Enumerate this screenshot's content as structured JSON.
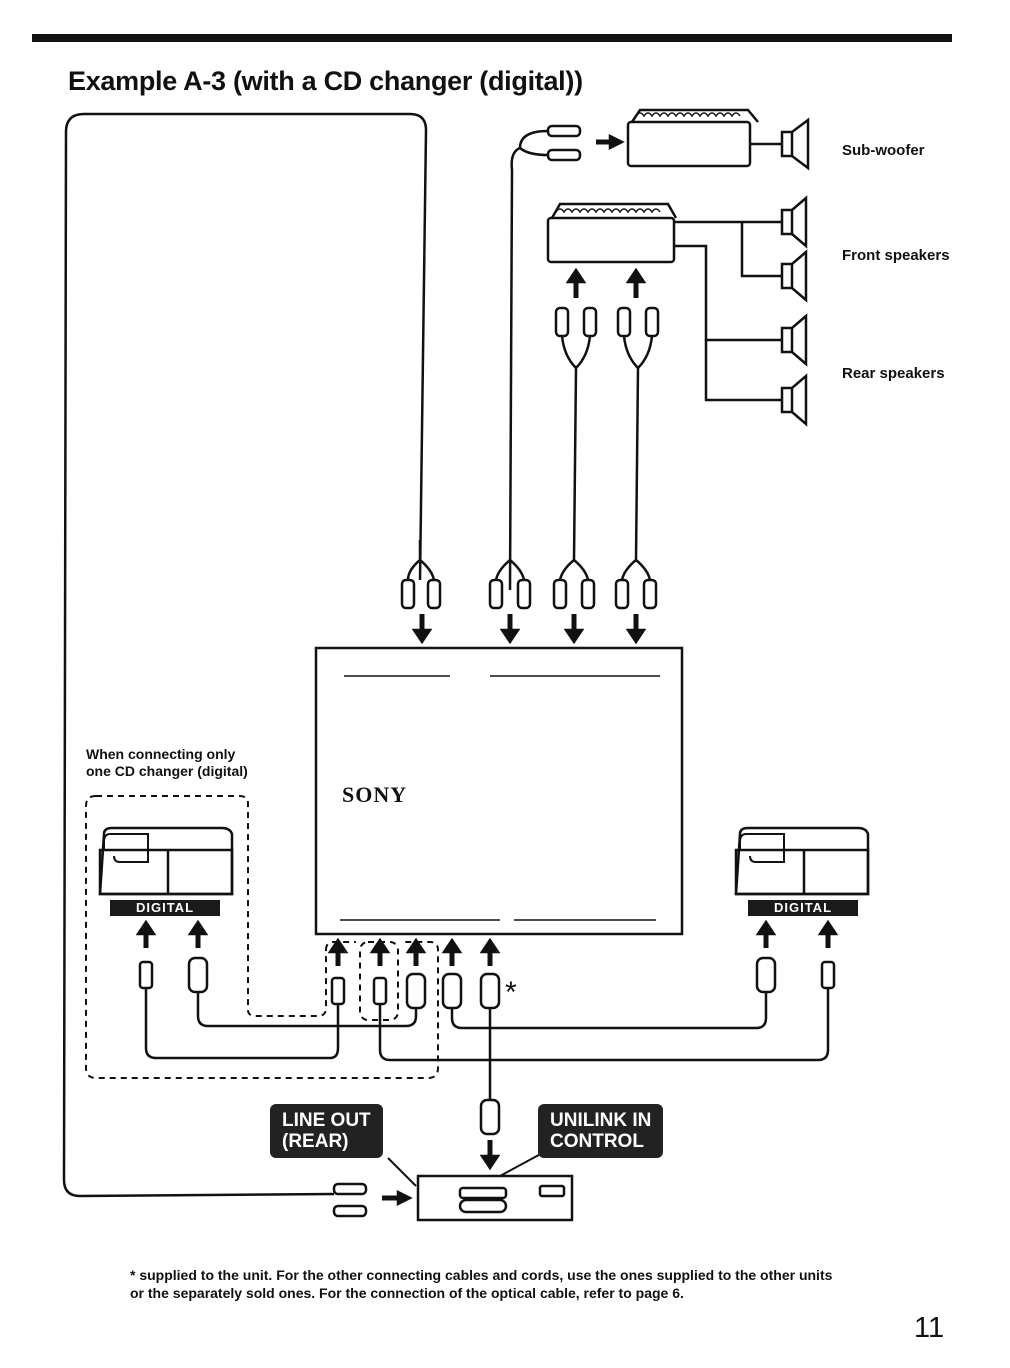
{
  "title": "Example A-3 (with a CD changer (digital))",
  "labels": {
    "subwoofer": "Sub-woofer",
    "front": "Front speakers",
    "rear": "Rear speakers"
  },
  "note_lines": [
    "When connecting only",
    "one CD changer (digital)"
  ],
  "brand": "SONY",
  "digital_left": "DIGITAL",
  "digital_right": "DIGITAL",
  "badge_line_out": [
    "LINE OUT",
    "(REAR)"
  ],
  "badge_unilink": [
    "UNILINK IN",
    "CONTROL"
  ],
  "star": "*",
  "footnote_lines": [
    "* supplied to the unit.  For the other connecting cables and cords, use the ones supplied to the other units",
    "or the separately sold ones.  For the connection of the optical cable, refer to page 6."
  ],
  "page_number": "11"
}
